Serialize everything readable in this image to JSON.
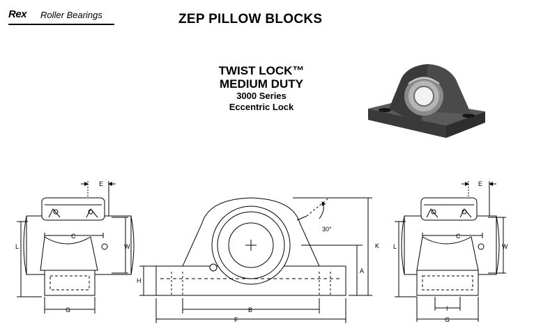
{
  "brand": {
    "logo_text": "Rex",
    "name": "Roller Bearings"
  },
  "title": "ZEP PILLOW BLOCKS",
  "subtitle": {
    "line1": "TWIST LOCK™",
    "line2": "MEDIUM DUTY",
    "line3": "3000 Series",
    "line4": "Eccentric Lock"
  },
  "dimensions": {
    "left_view": {
      "E": "E",
      "C": "C",
      "L": "L",
      "W": "W",
      "G": "G"
    },
    "front_view": {
      "angle": "30°",
      "K": "K",
      "A": "A",
      "H": "H",
      "B": "B",
      "F": "F"
    },
    "right_view": {
      "E": "E",
      "C": "C",
      "L": "L",
      "W": "W",
      "I": "I",
      "G": "G"
    }
  }
}
